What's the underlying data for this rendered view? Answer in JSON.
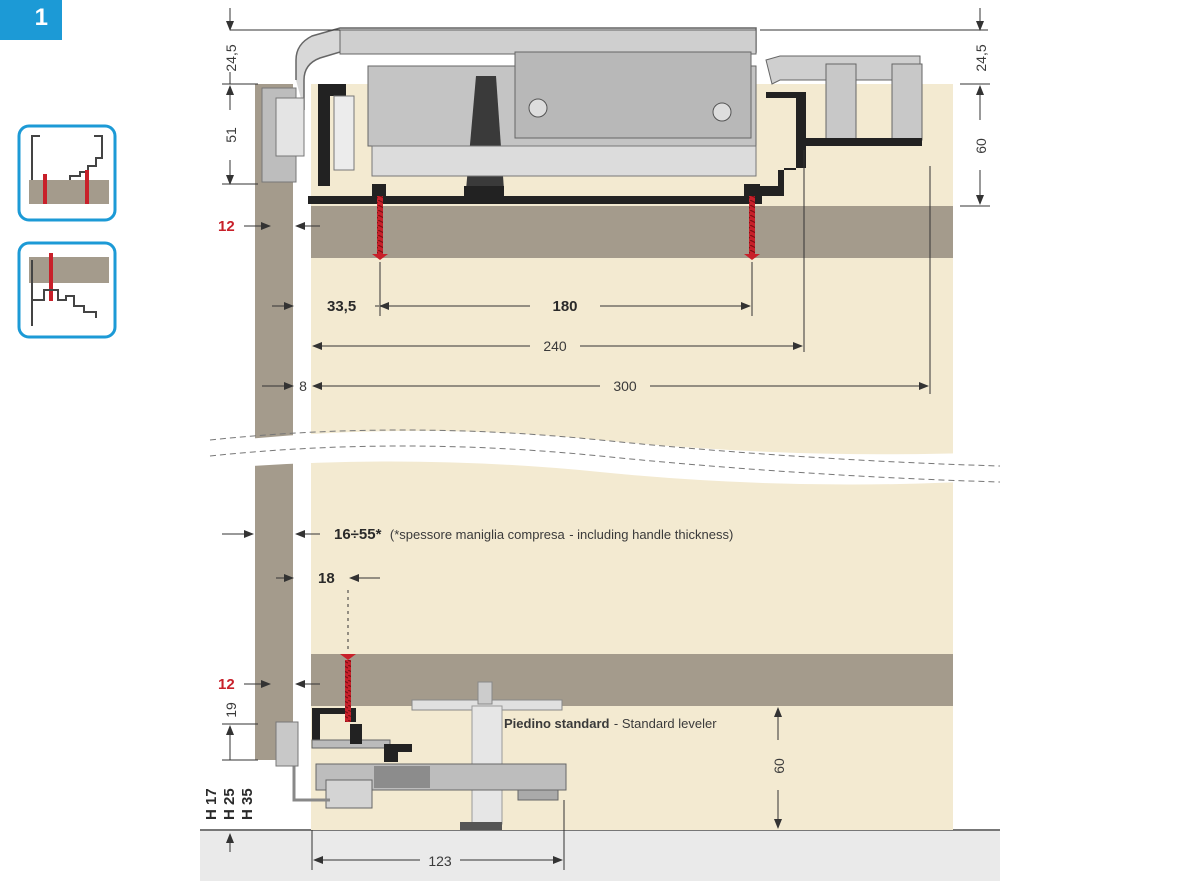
{
  "badge": {
    "number": "1"
  },
  "dimensions": {
    "top_offset": "24,5",
    "top_offset_right": "24,5",
    "rail_height": "51",
    "right_height": "60",
    "panel_gap_top": "12",
    "edge_to_screw": "33,5",
    "screw_spacing": "180",
    "rail_width": "240",
    "door_gap": "8",
    "cabinet_depth": "300",
    "handle_range": "16÷55*",
    "handle_note_it": "(*spessore maniglia compresa",
    "handle_note_sep": " - ",
    "handle_note_en": "including handle thickness)",
    "screw_offset": "18",
    "panel_gap_bottom": "12",
    "bottom_small": "19",
    "heights": [
      "H 17",
      "H 25",
      "H 35"
    ],
    "leveler_it": "Piedino standard",
    "leveler_sep": " - ",
    "leveler_en": "Standard leveler",
    "bottom_height": "60",
    "bottom_depth": "123"
  },
  "colors": {
    "accent": "#1c9ad6",
    "screw_red": "#c8202a",
    "cabinet": "#f3ead1",
    "shelf": "#a49b8c",
    "door": "#a49b8c"
  },
  "icons": [
    "top-rail-view-icon",
    "bottom-rail-view-icon"
  ]
}
